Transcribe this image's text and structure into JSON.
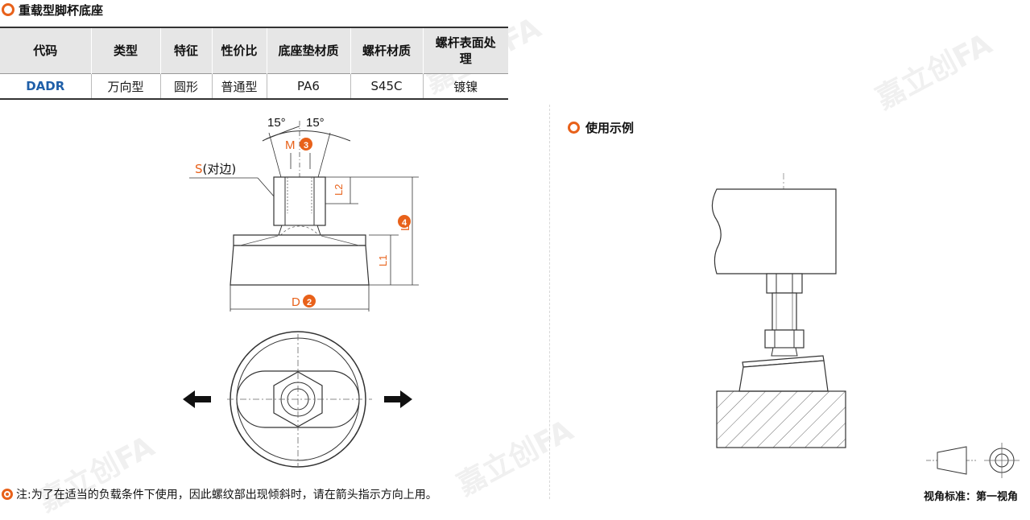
{
  "title": "重载型脚杯底座",
  "table": {
    "headers": [
      "代码",
      "类型",
      "特征",
      "性价比",
      "底座垫材质",
      "螺杆材质",
      "螺杆表面处理"
    ],
    "row": [
      "DADR",
      "万向型",
      "圆形",
      "普通型",
      "PA6",
      "S45C",
      "镀镍"
    ]
  },
  "drawing": {
    "angle_left": "15°",
    "angle_right": "15°",
    "dim_m": "M",
    "dim_m_num": "3",
    "dim_s": "S(对边)",
    "dim_l2": "L2",
    "dim_l1": "L1",
    "dim_l": "L",
    "dim_l_num": "4",
    "dim_d": "D",
    "dim_d_num": "2"
  },
  "usage_label": "使用示例",
  "note": "注:为了在适当的负载条件下使用，因此螺纹部出现倾斜时，请在箭头指示方向上用。",
  "view_standard": "视角标准：第一视角",
  "watermark_text": "嘉立创FA",
  "colors": {
    "accent": "#e8611a",
    "code_blue": "#1f5fa8",
    "line": "#333333"
  }
}
